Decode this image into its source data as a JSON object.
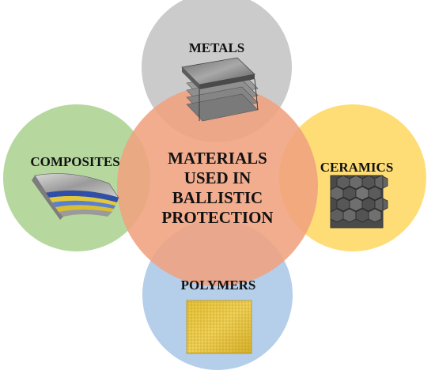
{
  "center": {
    "lines": [
      "MATERIALS",
      "USED IN",
      "BALLISTIC",
      "PROTECTION"
    ],
    "color": "#f0a27f"
  },
  "nodes": {
    "metals": {
      "label": "METALS",
      "color": "#bdbdbd",
      "icon": "stacked-steel-plates-icon"
    },
    "ceramics": {
      "label": "CERAMICS",
      "color": "#ffd75e",
      "icon": "hexagonal-ceramic-tiles-icon"
    },
    "polymers": {
      "label": "POLYMERS",
      "color": "#a8c6e6",
      "icon": "woven-aramid-fabric-icon"
    },
    "composites": {
      "label": "COMPOSITES",
      "color": "#a9d18e",
      "icon": "layered-composite-panel-icon"
    }
  }
}
